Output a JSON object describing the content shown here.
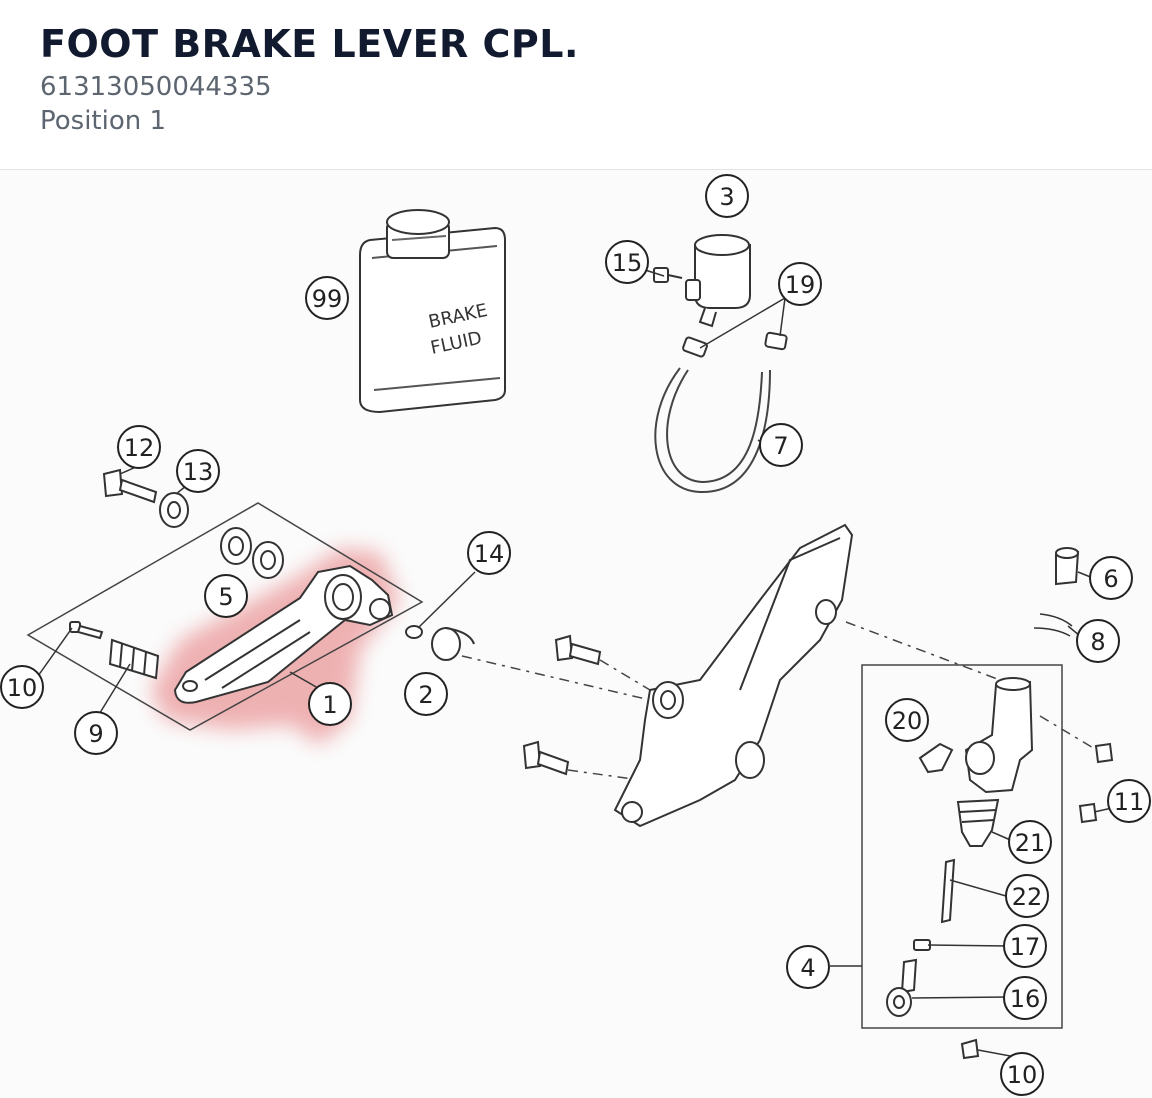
{
  "header": {
    "title": "FOOT BRAKE LEVER CPL.",
    "part_number": "61313050044335",
    "position": "Position 1"
  },
  "diagram": {
    "highlight_color": "#e0595c",
    "fluid_can_text": [
      "BRAKE",
      "FLUID"
    ],
    "callouts": [
      "3",
      "15",
      "19",
      "99",
      "7",
      "12",
      "13",
      "5",
      "14",
      "6",
      "8",
      "10",
      "9",
      "1",
      "2",
      "20",
      "11",
      "21",
      "22",
      "4",
      "17",
      "16",
      "10"
    ]
  }
}
